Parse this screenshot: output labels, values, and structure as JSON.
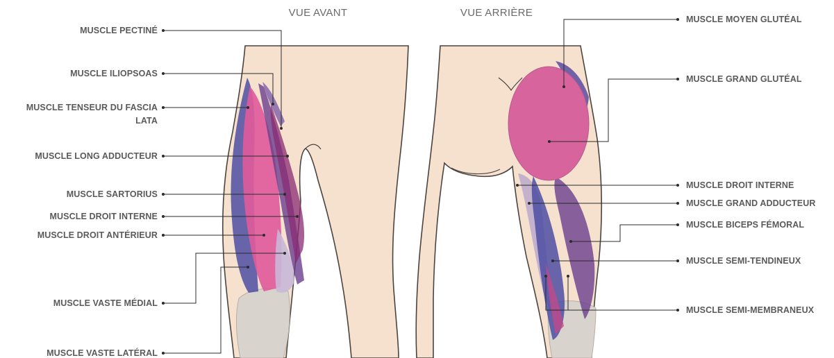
{
  "headings": {
    "front": "VUE AVANT",
    "back": "VUE ARRIÈRE"
  },
  "front_labels": [
    {
      "id": "pectine",
      "text": "MUSCLE PECTINÉ"
    },
    {
      "id": "iliopsoas",
      "text": "MUSCLE ILIOPSOAS"
    },
    {
      "id": "tenseur",
      "text": "MUSCLE TENSEUR DU FASCIA",
      "text2": "LATA"
    },
    {
      "id": "long-adducteur",
      "text": "MUSCLE LONG ADDUCTEUR"
    },
    {
      "id": "sartorius",
      "text": "MUSCLE SARTORIUS"
    },
    {
      "id": "droit-interne",
      "text": "MUSCLE DROIT INTERNE"
    },
    {
      "id": "droit-anterieur",
      "text": "MUSCLE DROIT ANTÉRIEUR"
    },
    {
      "id": "vaste-medial",
      "text": "MUSCLE VASTE MÉDIAL"
    },
    {
      "id": "vaste-lateral",
      "text": "MUSCLE VASTE LATÉRAL"
    }
  ],
  "back_labels": [
    {
      "id": "moyen-gluteal",
      "text": "MUSCLE MOYEN GLUTÉAL"
    },
    {
      "id": "grand-gluteal",
      "text": "MUSCLE GRAND GLUTÉAL"
    },
    {
      "id": "droit-interne",
      "text": "MUSCLE DROIT INTERNE"
    },
    {
      "id": "grand-adducteur",
      "text": "MUSCLE GRAND ADDUCTEUR"
    },
    {
      "id": "biceps-femoral",
      "text": "MUSCLE BICEPS FÉMORAL"
    },
    {
      "id": "semi-tendineux",
      "text": "MUSCLE SEMI-TENDINEUX"
    },
    {
      "id": "semi-membraneux",
      "text": "MUSCLE SEMI-MEMBRANEUX"
    }
  ]
}
